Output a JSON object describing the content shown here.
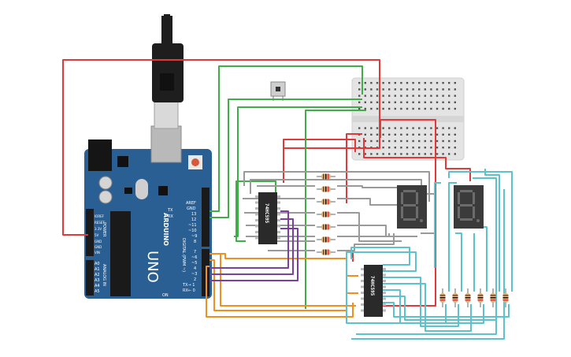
{
  "colors": {
    "board": "#2a5f94",
    "board_dark": "#1b4774",
    "wire_red": "#e03a3a",
    "wire_green": "#3fae49",
    "wire_gray": "#9a9a9a",
    "wire_orange": "#f0901f",
    "wire_purple": "#7b3fa0",
    "wire_cyan": "#5ec2cc",
    "chip": "#2a2a2a",
    "display": "#3b3b3b",
    "breadboard": "#e6e6e6"
  },
  "arduino": {
    "brand": "ARDUINO",
    "model": "UNO",
    "tx": "TX",
    "rx": "RX",
    "on": "ON",
    "pin_aref": "AREF",
    "pin_gnd": "GND",
    "pin_13": "13",
    "pin_12": "12",
    "pin_11": "~11",
    "pin_10": "~10",
    "pin_9": "~9",
    "pin_8": "8",
    "pin_7": "7",
    "pin_6": "~6",
    "pin_5": "~5",
    "pin_4": "4",
    "pin_3": "~3",
    "pin_2": "2",
    "pin_1": "TX→ 1",
    "pin_0": "RX← 0",
    "digital_label": "DIGITAL (PWM ~)",
    "power_label": "POWER",
    "analog_label": "ANALOG IN",
    "pwr_ioref": "IOREF",
    "pwr_reset": "RESET",
    "pwr_3v3": "3.3V",
    "pwr_5v": "5V",
    "pwr_gnd1": "GND",
    "pwr_gnd2": "GND",
    "pwr_vin": "VIN",
    "a0": "A0",
    "a1": "A1",
    "a2": "A2",
    "a3": "A3",
    "a4": "A4",
    "a5": "A5"
  },
  "chips": {
    "top_left": "74HC595",
    "bottom": "74HC595"
  }
}
